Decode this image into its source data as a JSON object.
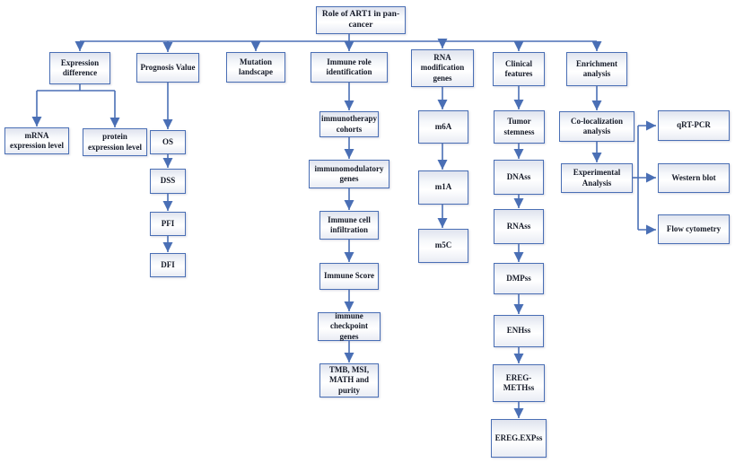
{
  "figure_type": "flowchart",
  "colors": {
    "line": "#4a6fb5",
    "box_border": "#4a6fb5",
    "box_fill_top": "#dfe3ee",
    "box_fill_bottom": "#e9ecf4",
    "text": "#151a28"
  },
  "nodes": {
    "root": "Role of ART1 in pan-cancer",
    "expression_difference": "Expression difference",
    "mrna_expression_level": "mRNA expression level",
    "protein_expression_level": "protein expression level",
    "prognosis_value": "Prognosis Value",
    "os": "OS",
    "dss": "DSS",
    "pfi": "PFI",
    "dfi": "DFI",
    "mutation_landscape": "Mutation landscape",
    "immune_role_identification": "Immune role identification",
    "immunotherapy_cohorts": "immunotherapy cohorts",
    "immunomodulatory_genes": "immunomodulatory genes",
    "immune_cell_infiltration": "Immune cell infiltration",
    "immune_score": "Immune Score",
    "immune_checkpoint_genes": "immune checkpoint genes",
    "tmb_msi_math_purity": "TMB, MSI, MATH and purity",
    "rna_modification_genes": "RNA modification genes",
    "m6a": "m6A",
    "m1a": "m1A",
    "m5c": "m5C",
    "clinical_features": "Clinical features",
    "tumor_stemness": "Tumor stemness",
    "dnass": "DNAss",
    "rnass": "RNAss",
    "dmpss": "DMPss",
    "enhss": "ENHss",
    "ereg_methss": "EREG-METHss",
    "ereg_expss": "EREG.EXPss",
    "enrichment_analysis": "Enrichment analysis",
    "co_localization_analysis": "Co-localization analysis",
    "experimental_analysis": "Experimental Analysis",
    "qrt_pcr": "qRT-PCR",
    "western_blot": "Western blot",
    "flow_cytometry": "Flow cytometry"
  },
  "edges": [
    [
      "root",
      "expression_difference"
    ],
    [
      "root",
      "prognosis_value"
    ],
    [
      "root",
      "mutation_landscape"
    ],
    [
      "root",
      "immune_role_identification"
    ],
    [
      "root",
      "rna_modification_genes"
    ],
    [
      "root",
      "clinical_features"
    ],
    [
      "root",
      "enrichment_analysis"
    ],
    [
      "expression_difference",
      "mrna_expression_level"
    ],
    [
      "expression_difference",
      "protein_expression_level"
    ],
    [
      "prognosis_value",
      "os"
    ],
    [
      "os",
      "dss"
    ],
    [
      "dss",
      "pfi"
    ],
    [
      "pfi",
      "dfi"
    ],
    [
      "immune_role_identification",
      "immunotherapy_cohorts"
    ],
    [
      "immunotherapy_cohorts",
      "immunomodulatory_genes"
    ],
    [
      "immunomodulatory_genes",
      "immune_cell_infiltration"
    ],
    [
      "immune_cell_infiltration",
      "immune_score"
    ],
    [
      "immune_score",
      "immune_checkpoint_genes"
    ],
    [
      "immune_checkpoint_genes",
      "tmb_msi_math_purity"
    ],
    [
      "rna_modification_genes",
      "m6a"
    ],
    [
      "m6a",
      "m1a"
    ],
    [
      "m1a",
      "m5c"
    ],
    [
      "clinical_features",
      "tumor_stemness"
    ],
    [
      "tumor_stemness",
      "dnass"
    ],
    [
      "dnass",
      "rnass"
    ],
    [
      "rnass",
      "dmpss"
    ],
    [
      "dmpss",
      "enhss"
    ],
    [
      "enhss",
      "ereg_methss"
    ],
    [
      "ereg_methss",
      "ereg_expss"
    ],
    [
      "enrichment_analysis",
      "co_localization_analysis"
    ],
    [
      "co_localization_analysis",
      "experimental_analysis"
    ],
    [
      "experimental_analysis",
      "qrt_pcr"
    ],
    [
      "experimental_analysis",
      "western_blot"
    ],
    [
      "experimental_analysis",
      "flow_cytometry"
    ]
  ]
}
